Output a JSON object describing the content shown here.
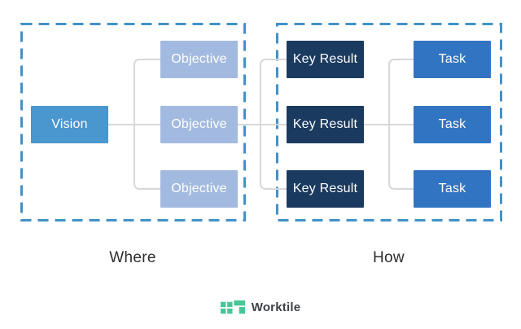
{
  "diagram": {
    "vision": "Vision",
    "objectives": [
      "Objective",
      "Objective",
      "Objective"
    ],
    "key_results": [
      "Key Result",
      "Key Result",
      "Key Result"
    ],
    "tasks": [
      "Task",
      "Task",
      "Task"
    ],
    "group_labels": {
      "left": "Where",
      "right": "How"
    }
  },
  "brand": {
    "name": "Worktile"
  },
  "colors": {
    "vision_box": "#4a96ce",
    "objective_box": "#a3bae0",
    "key_result_box": "#1b3a5f",
    "task_box": "#3175c2",
    "group_outline": "#4292c8",
    "connector_line": "#d8d8d8",
    "group_label_text": "#2e2e2e",
    "logo_green": "#45c796",
    "brand_text": "#3c4248"
  }
}
